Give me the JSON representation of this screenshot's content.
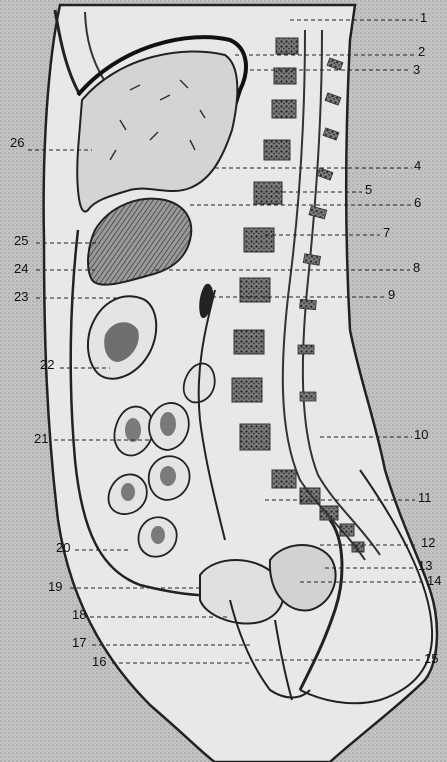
{
  "labels_right": [
    "1",
    "2",
    "3",
    "4",
    "5",
    "6",
    "7",
    "8",
    "9",
    "10",
    "11",
    "12",
    "13",
    "14",
    "15"
  ],
  "labels_left": [
    "26",
    "25",
    "24",
    "23",
    "22",
    "21",
    "20",
    "19",
    "18",
    "17",
    "16"
  ],
  "colors": {
    "background": "#cfcfcf",
    "ink": "#111111",
    "organ": "#e6e6e6"
  }
}
